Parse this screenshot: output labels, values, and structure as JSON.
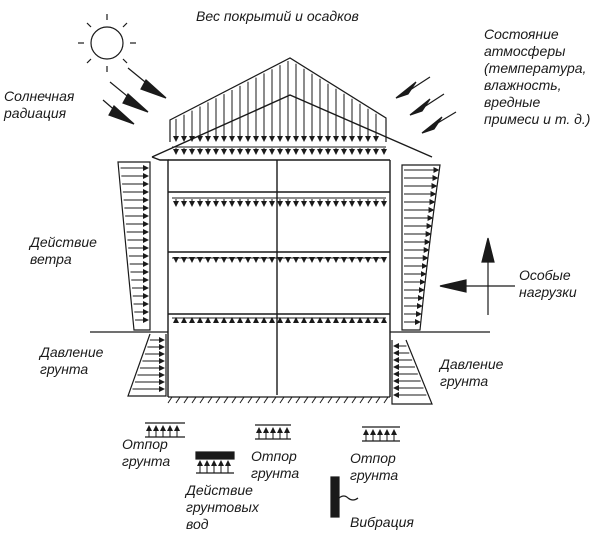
{
  "labels": {
    "roof_load": "Вес покрытий и осадков",
    "solar_radiation": "Солнечная\nрадиация",
    "atmosphere": "Состояние\nатмосферы\n(температура,\nвлажность,\nвредные\nпримеси и т. д.)",
    "wind_action": "Действие\nветра",
    "special_loads": "Особые\nнагрузки",
    "soil_pressure_left": "Давление\nгрунта",
    "soil_pressure_right": "Давление\nгрунта",
    "soil_resistance_1": "Отпор\nгрунта",
    "soil_resistance_2": "Отпор\nгрунта",
    "soil_resistance_3": "Отпор\nгрунта",
    "groundwater_action": "Действие\nгрунтовых\nвод",
    "vibration": "Вибрация"
  },
  "colors": {
    "ink": "#1a1a1a",
    "background": "#ffffff"
  },
  "icons": {
    "sun": "sun-icon",
    "arrow": "filled-triangle-arrow"
  }
}
